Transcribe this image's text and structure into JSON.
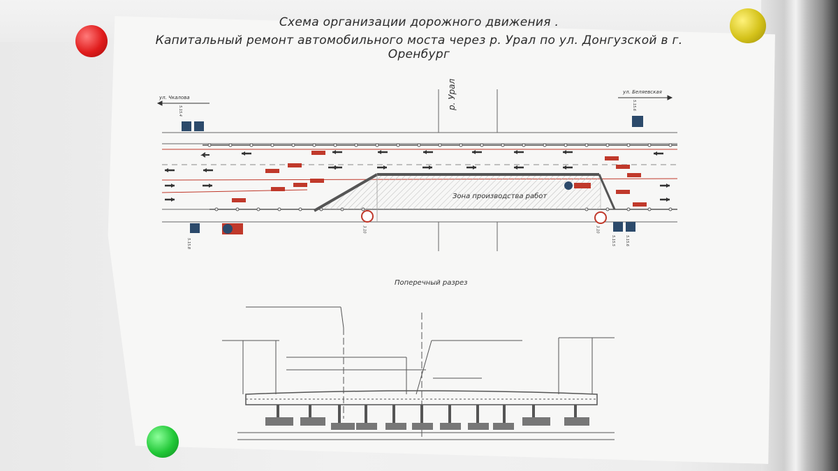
{
  "document": {
    "title_line1": "Схема организации дорожного движения .",
    "title_line2": "Капитальный ремонт автомобильного моста через р. Урал по ул. Донгузской в г. Оренбург"
  },
  "plan": {
    "river_label": "р. Урал",
    "work_zone_label": "Зона производства работ",
    "street_left": "ул. Чкалова",
    "street_right": "ул. Беляевская",
    "sign_codes": [
      "5.15.4",
      "5.15.8",
      "5.15.6",
      "3.10",
      "3.10",
      "5.15.5",
      "5.15.6"
    ]
  },
  "section": {
    "label": "Поперечный разрез"
  },
  "colors": {
    "line": "#555555",
    "red_line": "#c0392b",
    "sign_blue": "#2c4a6b",
    "sign_red": "#c0392b"
  }
}
